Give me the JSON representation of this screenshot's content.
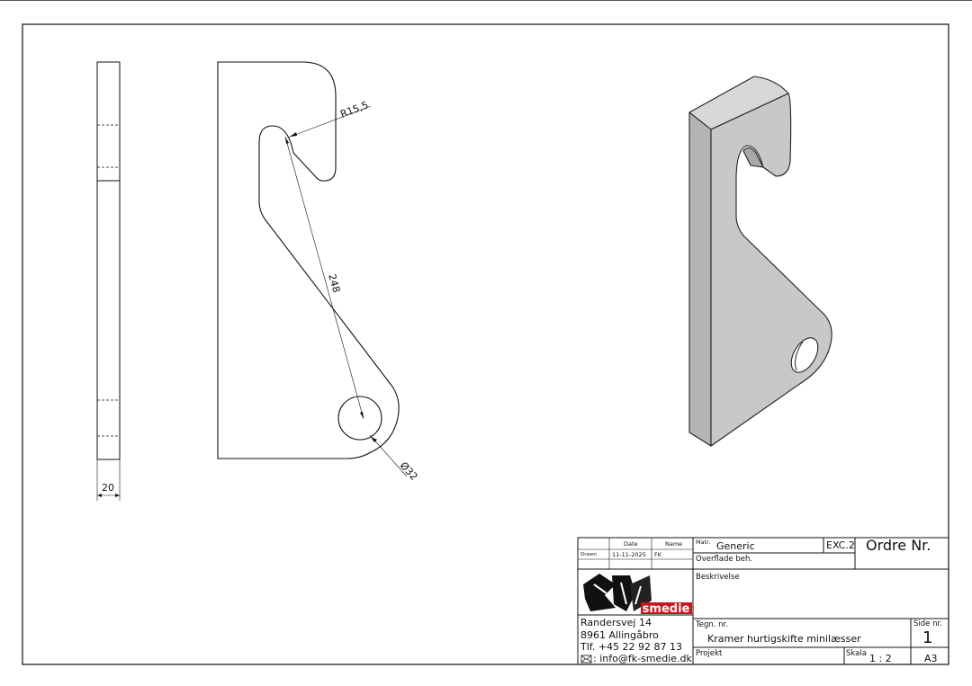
{
  "dimensions": {
    "radius": "R15,5",
    "length": "248",
    "diameter": "Ø32",
    "thickness": "20"
  },
  "title_block": {
    "date_header": "Date",
    "name_header": "Name",
    "drawn_label": "Drawn",
    "drawn_date": "11-11-2025",
    "drawn_name": "FK",
    "matr_label": "Matr.",
    "matr_value": "Generic",
    "exc_value": "EXC.2",
    "ordre_label": "Ordre Nr.",
    "overflade_label": "Overflade beh.",
    "beskrivelse_label": "Beskrivelse",
    "company_logo_text": "smedie",
    "address_line1": "Randersvej 14",
    "address_line2": "8961 Allingåbro",
    "phone": "Tlf. +45 22 92 87 13",
    "email": ": info@fk-smedie.dk",
    "tegn_label": "Tegn. nr.",
    "tegn_value": "Kramer hurtigskifte minilæsser",
    "side_label": "Side nr.",
    "side_value": "1",
    "projekt_label": "Projekt",
    "skala_label": "Skala",
    "skala_value": "1 : 2",
    "format_value": "A3"
  },
  "colors": {
    "line": "#1a1a1a",
    "face_3d": "#c8c8c8",
    "side_3d": "#b4b4b4",
    "top_3d": "#d8d8d8"
  }
}
